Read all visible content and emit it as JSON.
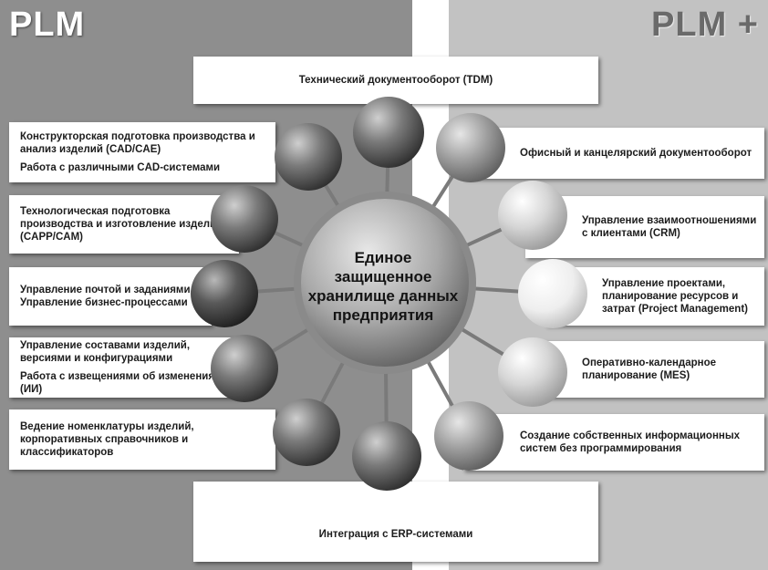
{
  "headings": {
    "left": "PLM",
    "right": "PLM +"
  },
  "hub": {
    "lines": [
      "Единое",
      "защищенное",
      "хранилище данных",
      "предприятия"
    ]
  },
  "top_box": {
    "text": "Технический документооборот (TDM)"
  },
  "bottom_box": {
    "text": "Интеграция с ERP-системами"
  },
  "left_boxes": [
    {
      "lines": [
        "Конструкторская подготовка производства и анализ изделий (CAD/CAE)",
        "Работа с различными CAD-системами"
      ]
    },
    {
      "lines": [
        "Технологическая подготовка производства и изготовление изделий (CAPP/CAM)"
      ]
    },
    {
      "lines": [
        "Управление почтой и заданиями. Управление бизнес-процессами"
      ]
    },
    {
      "lines": [
        "Управление составами изделий, версиями и конфигурациями",
        "Работа с извещениями об изменениях (ИИ)"
      ]
    },
    {
      "lines": [
        "Ведение номенклатуры изделий, корпоративных справочников и классификаторов"
      ]
    }
  ],
  "right_boxes": [
    {
      "lines": [
        "Офисный и канцелярский документооборот"
      ]
    },
    {
      "lines": [
        "Управление взаимоотношениями с клиентами (CRM)"
      ]
    },
    {
      "lines": [
        "Управление проектами, планирование ресурсов и затрат (Project Management)"
      ]
    },
    {
      "lines": [
        "Оперативно-календарное планирование (MES)"
      ]
    },
    {
      "lines": [
        "Создание собственных информационных систем без программирования"
      ]
    }
  ],
  "colors": {
    "left_panel": "#8e8e8e",
    "right_panel": "#c2c2c2",
    "box": "#ffffff",
    "connector": "#7a7a7a"
  }
}
